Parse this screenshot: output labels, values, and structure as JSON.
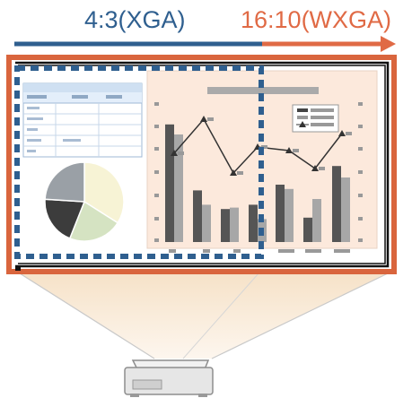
{
  "labels": {
    "xga": "4:3(XGA)",
    "wxga": "16:10(WXGA)"
  },
  "colors": {
    "xga": "#2f5f8f",
    "wxga": "#e06a45",
    "screen_border": "#d9653d",
    "chart_bg": "#fce9dc",
    "beam": "#f8ead7"
  },
  "icons": {
    "projector": "projector-icon"
  },
  "pie_chart": {
    "type": "pie",
    "values": [
      34,
      22,
      20,
      24
    ]
  },
  "bar_chart": {
    "type": "bar",
    "series": [
      {
        "values": [
          82,
          36,
          23,
          26
        ]
      },
      {
        "values": [
          75,
          26,
          24,
          16
        ]
      }
    ]
  }
}
